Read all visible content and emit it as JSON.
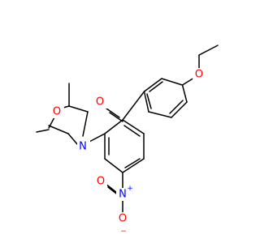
{
  "molecule": {
    "atom_colors": {
      "O": "#ff0000",
      "N": "#0000ff"
    },
    "atoms": {
      "o_ketone": "O",
      "o_ether": "O",
      "o_morpholine": "O",
      "n_morpholine": "N",
      "n_nitro": "N",
      "o_nitro_top": "O",
      "o_nitro_bottom": "O"
    },
    "charges": {
      "n_nitro": "+",
      "o_nitro_bottom": "−"
    }
  }
}
